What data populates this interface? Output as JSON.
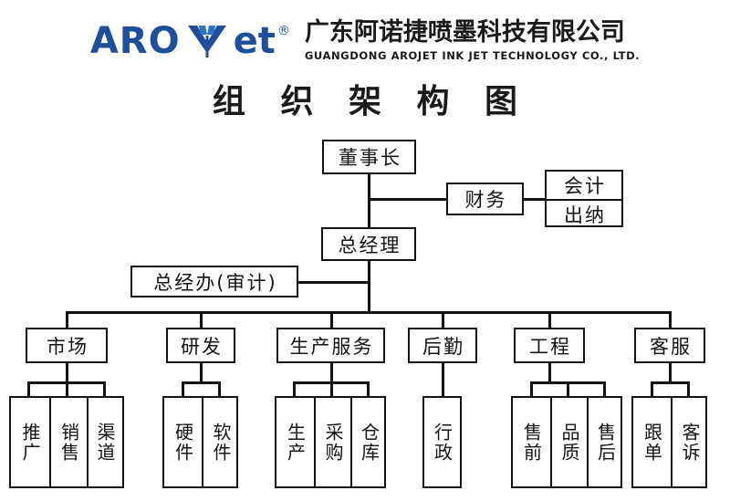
{
  "header": {
    "logo_text_left": "ARO",
    "logo_text_right": "et",
    "logo_registered": "®",
    "logo_mark_name": "arojet-leaf-mark",
    "company_cn": "广东阿诺捷喷墨科技有限公司",
    "company_en": "GUANGDONG AROJET INK JET TECHNOLOGY CO., LTD.",
    "brand_color": "#1f4e9c"
  },
  "title": "组 织 架 构 图",
  "chart_data": {
    "type": "diagram",
    "diagram_type": "org-chart",
    "title": "组 织 架 构 图",
    "nodes": {
      "chairman": "董事长",
      "finance": "财务",
      "accounting": "会计",
      "cashier": "出纳",
      "general_manager": "总经理",
      "gm_office": "总经办(审计)",
      "dept_marketing": "市场",
      "dept_rd": "研发",
      "dept_production": "生产服务",
      "dept_logistics": "后勤",
      "dept_engineering": "工程",
      "dept_service": "客服",
      "sub_promotion": "推广",
      "sub_sales": "销售",
      "sub_channel": "渠道",
      "sub_hardware": "硬件",
      "sub_software": "软件",
      "sub_manufacture": "生产",
      "sub_purchasing": "采购",
      "sub_warehouse": "仓库",
      "sub_administration": "行政",
      "sub_presales": "售前",
      "sub_quality": "品质",
      "sub_aftersales": "售后",
      "sub_order": "跟单",
      "sub_complaint": "客诉"
    },
    "edges": [
      [
        "chairman",
        "general_manager"
      ],
      [
        "chairman",
        "finance"
      ],
      [
        "finance",
        "accounting"
      ],
      [
        "finance",
        "cashier"
      ],
      [
        "general_manager",
        "gm_office"
      ],
      [
        "general_manager",
        "dept_marketing"
      ],
      [
        "general_manager",
        "dept_rd"
      ],
      [
        "general_manager",
        "dept_production"
      ],
      [
        "general_manager",
        "dept_logistics"
      ],
      [
        "general_manager",
        "dept_engineering"
      ],
      [
        "general_manager",
        "dept_service"
      ],
      [
        "dept_marketing",
        "sub_promotion"
      ],
      [
        "dept_marketing",
        "sub_sales"
      ],
      [
        "dept_marketing",
        "sub_channel"
      ],
      [
        "dept_rd",
        "sub_hardware"
      ],
      [
        "dept_rd",
        "sub_software"
      ],
      [
        "dept_production",
        "sub_manufacture"
      ],
      [
        "dept_production",
        "sub_purchasing"
      ],
      [
        "dept_production",
        "sub_warehouse"
      ],
      [
        "dept_logistics",
        "sub_administration"
      ],
      [
        "dept_engineering",
        "sub_presales"
      ],
      [
        "dept_engineering",
        "sub_quality"
      ],
      [
        "dept_engineering",
        "sub_aftersales"
      ],
      [
        "dept_service",
        "sub_order"
      ],
      [
        "dept_service",
        "sub_complaint"
      ]
    ],
    "line_color": "#141414",
    "box_fill": "#ffffff"
  }
}
